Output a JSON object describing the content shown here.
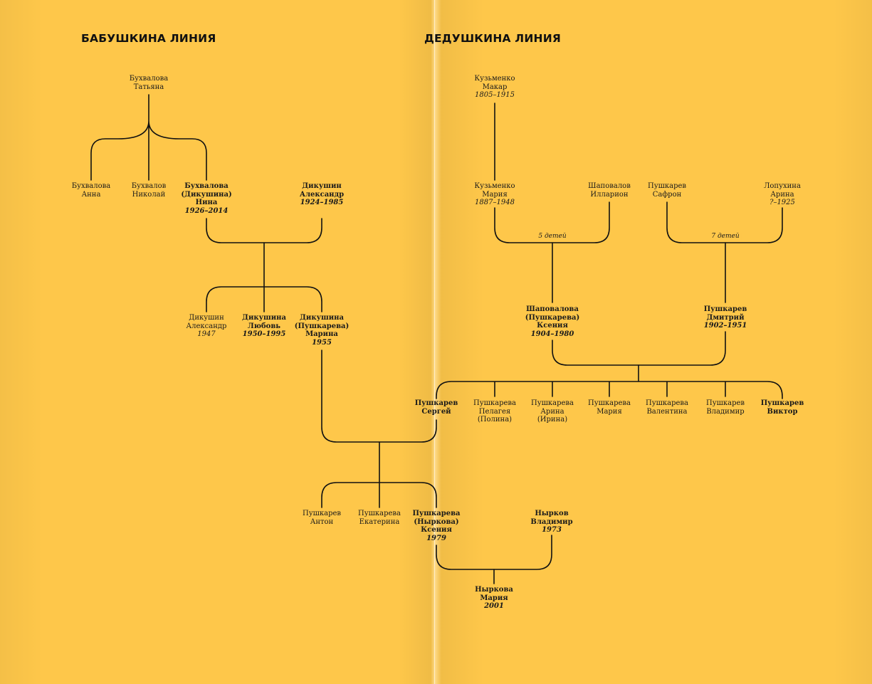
{
  "headings": {
    "grandma_line": "БАБУШКИНА ЛИНИЯ",
    "grandpa_line": "ДЕДУШКИНА ЛИНИЯ"
  },
  "people": {
    "buhvalova_tatyana": {
      "lines": [
        "Бухвалова",
        "Татьяна"
      ],
      "years": ""
    },
    "buhvalova_anna": {
      "lines": [
        "Бухвалова",
        "Анна"
      ],
      "years": ""
    },
    "buhvalov_nikolay": {
      "lines": [
        "Бухвалов",
        "Николай"
      ],
      "years": ""
    },
    "buhvalova_nina": {
      "lines": [
        "Бухвалова",
        "(Дикушина)",
        "Нина"
      ],
      "years": "1926–2014"
    },
    "dikushin_aleksandr_sr": {
      "lines": [
        "Дикушин",
        "Александр"
      ],
      "years": "1924–1985"
    },
    "dikushin_aleksandr_jr": {
      "lines": [
        "Дикушин",
        "Александр"
      ],
      "years": "1947"
    },
    "dikushina_lyubov": {
      "lines": [
        "Дикушина",
        "Любовь"
      ],
      "years": "1950–1995"
    },
    "dikushina_marina": {
      "lines": [
        "Дикушина",
        "(Пушкарева)",
        "Марина"
      ],
      "years": "1955"
    },
    "kuzmenko_makar": {
      "lines": [
        "Кузьменко",
        "Макар"
      ],
      "years": "1805–1915"
    },
    "kuzmenko_mariya": {
      "lines": [
        "Кузьменко",
        "Мария"
      ],
      "years": "1887–1948"
    },
    "shapovalov_illarion": {
      "lines": [
        "Шаповалов",
        "Илларион"
      ],
      "years": ""
    },
    "pushkarev_safron": {
      "lines": [
        "Пушкарев",
        "Сафрон"
      ],
      "years": ""
    },
    "lopuhina_arina": {
      "lines": [
        "Лопухина",
        "Арина"
      ],
      "years": "?–1925"
    },
    "shapovalova_kseniya": {
      "lines": [
        "Шаповалова",
        "(Пушкарева)",
        "Ксения"
      ],
      "years": "1904–1980"
    },
    "pushkarev_dmitriy": {
      "lines": [
        "Пушкарев",
        "Дмитрий"
      ],
      "years": "1902–1951"
    },
    "pushkarev_sergey": {
      "lines": [
        "Пушкарев",
        "Сергей"
      ],
      "years": ""
    },
    "pushkareva_pelageya": {
      "lines": [
        "Пушкарева",
        "Пелагея",
        "(Полина)"
      ],
      "years": ""
    },
    "pushkareva_arina": {
      "lines": [
        "Пушкарева",
        "Арина",
        "(Ирина)"
      ],
      "years": ""
    },
    "pushkareva_mariya": {
      "lines": [
        "Пушкарева",
        "Мария"
      ],
      "years": ""
    },
    "pushkareva_valentina": {
      "lines": [
        "Пушкарева",
        "Валентина"
      ],
      "years": ""
    },
    "pushkarev_vladimir": {
      "lines": [
        "Пушкарев",
        "Владимир"
      ],
      "years": ""
    },
    "pushkarev_viktor": {
      "lines": [
        "Пушкарев",
        "Виктор"
      ],
      "years": ""
    },
    "pushkarev_anton": {
      "lines": [
        "Пушкарев",
        "Антон"
      ],
      "years": ""
    },
    "pushkareva_ekaterina": {
      "lines": [
        "Пушкарева",
        "Екатерина"
      ],
      "years": ""
    },
    "pushkareva_kseniya": {
      "lines": [
        "Пушкарева",
        "(Ныркова)",
        "Ксения"
      ],
      "years": "1979"
    },
    "nyrkov_vladimir": {
      "lines": [
        "Нырков",
        "Владимир"
      ],
      "years": "1973"
    },
    "nyrkova_mariya": {
      "lines": [
        "Ныркова",
        "Мария"
      ],
      "years": "2001"
    }
  },
  "notes": {
    "children_5": "5 детей",
    "children_7": "7 детей"
  },
  "colors": {
    "background": "#fec74a",
    "line": "#111111"
  }
}
